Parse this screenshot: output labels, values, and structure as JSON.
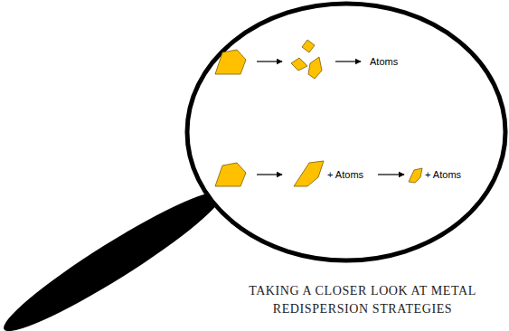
{
  "diagram": {
    "caption": "TAKING A CLOSER LOOK AT METAL REDISPERSION STRATEGIES",
    "labels": [
      "Atoms",
      "+ Atoms",
      "+ Atoms"
    ]
  }
}
